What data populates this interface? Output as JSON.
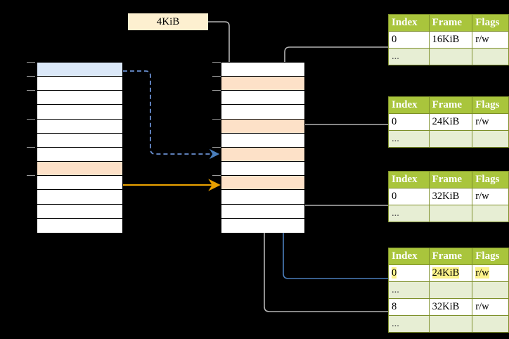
{
  "diagram": {
    "title_label": {
      "text": "4KiB"
    },
    "left_column": {
      "name": "virtual-address-space",
      "rows": [
        {
          "fill": "blue"
        },
        {
          "fill": "white"
        },
        {
          "fill": "white"
        },
        {
          "fill": "white"
        },
        {
          "fill": "white"
        },
        {
          "fill": "white"
        },
        {
          "fill": "white"
        },
        {
          "fill": "orange"
        },
        {
          "fill": "white"
        },
        {
          "fill": "white"
        },
        {
          "fill": "white"
        },
        {
          "fill": "white"
        }
      ]
    },
    "middle_column": {
      "name": "physical-memory",
      "rows": [
        {
          "fill": "white"
        },
        {
          "fill": "orange"
        },
        {
          "fill": "white"
        },
        {
          "fill": "white"
        },
        {
          "fill": "orange"
        },
        {
          "fill": "white"
        },
        {
          "fill": "orange"
        },
        {
          "fill": "white"
        },
        {
          "fill": "orange"
        },
        {
          "fill": "white"
        },
        {
          "fill": "white"
        },
        {
          "fill": "white"
        }
      ]
    },
    "tables": [
      {
        "name": "page-table-level-1",
        "headers": [
          "Index",
          "Frame",
          "Flags"
        ],
        "rows": [
          {
            "cells": [
              "0",
              "16KiB",
              "r/w"
            ],
            "style": "plain",
            "highlight": [
              false,
              false,
              false
            ]
          },
          {
            "cells": [
              "...",
              "",
              ""
            ],
            "style": "ellipsis",
            "highlight": [
              false,
              false,
              false
            ]
          }
        ]
      },
      {
        "name": "page-table-level-2",
        "headers": [
          "Index",
          "Frame",
          "Flags"
        ],
        "rows": [
          {
            "cells": [
              "0",
              "24KiB",
              "r/w"
            ],
            "style": "plain",
            "highlight": [
              false,
              false,
              false
            ]
          },
          {
            "cells": [
              "...",
              "",
              ""
            ],
            "style": "ellipsis",
            "highlight": [
              false,
              false,
              false
            ]
          }
        ]
      },
      {
        "name": "page-table-level-3",
        "headers": [
          "Index",
          "Frame",
          "Flags"
        ],
        "rows": [
          {
            "cells": [
              "0",
              "32KiB",
              "r/w"
            ],
            "style": "plain",
            "highlight": [
              false,
              false,
              false
            ]
          },
          {
            "cells": [
              "...",
              "",
              ""
            ],
            "style": "ellipsis",
            "highlight": [
              false,
              false,
              false
            ]
          }
        ]
      },
      {
        "name": "page-table-level-4",
        "headers": [
          "Index",
          "Frame",
          "Flags"
        ],
        "rows": [
          {
            "cells": [
              "0",
              "24KiB",
              "r/w"
            ],
            "style": "plain",
            "highlight": [
              true,
              true,
              true
            ]
          },
          {
            "cells": [
              "...",
              "",
              ""
            ],
            "style": "ellipsis",
            "highlight": [
              false,
              false,
              false
            ]
          },
          {
            "cells": [
              "8",
              "32KiB",
              "r/w"
            ],
            "style": "plain",
            "highlight": [
              false,
              false,
              false
            ]
          },
          {
            "cells": [
              "...",
              "",
              ""
            ],
            "style": "ellipsis",
            "highlight": [
              false,
              false,
              false
            ]
          }
        ]
      }
    ],
    "colors": {
      "header_green": "#a9c53c",
      "row_green": "#e7eed4",
      "highlight_yellow": "#fbf28a",
      "page_blue": "#dbe8f8",
      "frame_orange": "#fde1c8",
      "label_cream": "#fdf0d0",
      "arrow_gray": "#b3b3b3",
      "arrow_blue": "#4a7ebb",
      "arrow_orange": "#e8a000",
      "background": "#000000"
    }
  }
}
